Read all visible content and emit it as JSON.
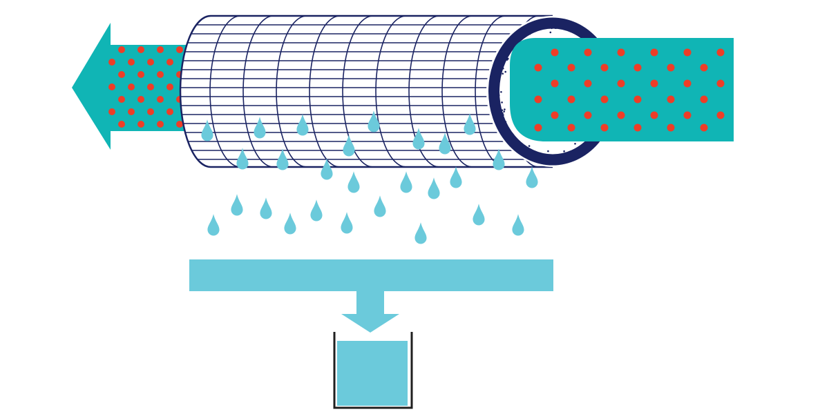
{
  "diagram": {
    "type": "membrane-filtration-illustration",
    "components": [
      "outlet-arrow",
      "membrane-cylinder",
      "inlet-pipe",
      "permeate-droplets",
      "collection-tray",
      "down-arrow",
      "collection-beaker"
    ]
  },
  "colors": {
    "stream": "#10B5B5",
    "contaminant": "#EE3D27",
    "membrane_outline": "#1A2362",
    "permeate": "#6BCADB",
    "background": "#FFFFFF"
  },
  "icons": {
    "outlet_arrow": "left-arrow-icon",
    "down_arrow": "down-arrow-icon",
    "droplet": "water-drop-icon",
    "beaker": "beaker-icon"
  }
}
